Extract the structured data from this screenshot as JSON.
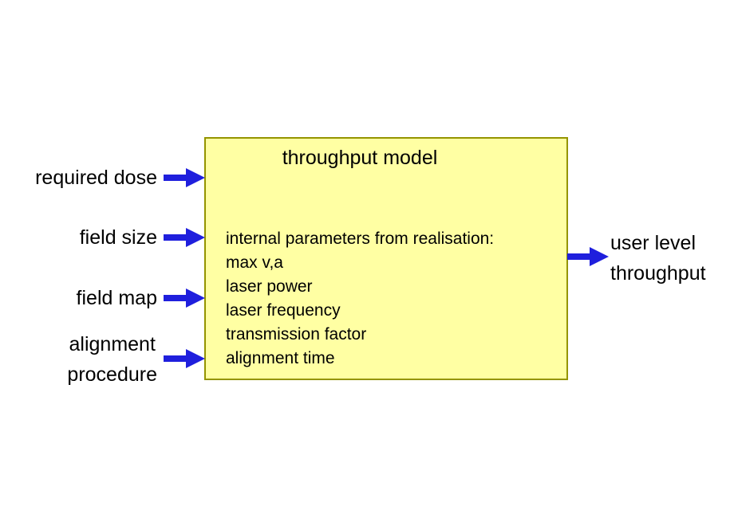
{
  "diagram": {
    "colors": {
      "background": "#FFFFFF",
      "box_fill": "#FFFFA3",
      "box_border": "#949400",
      "arrow": "#1F1FDD",
      "text": "#000000"
    },
    "box": {
      "title": "throughput model",
      "content_lines": [
        "internal parameters from realisation:",
        "max v,a",
        "laser power",
        "laser frequency",
        "transmission factor",
        "alignment time"
      ]
    },
    "inputs": [
      {
        "lines": [
          "required dose"
        ]
      },
      {
        "lines": [
          "field size"
        ]
      },
      {
        "lines": [
          "field map"
        ]
      },
      {
        "lines": [
          "alignment",
          "procedure"
        ]
      }
    ],
    "output": {
      "lines": [
        "user level",
        "throughput"
      ]
    }
  }
}
